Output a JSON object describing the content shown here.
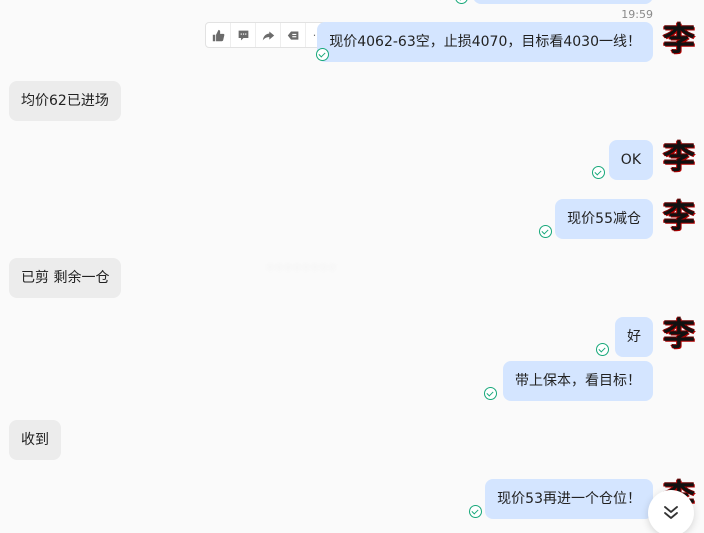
{
  "timestamp": "19:59",
  "avatar_char": "李",
  "toolbar": {
    "icons": [
      "thumbs-up-icon",
      "comment-icon",
      "forward-icon",
      "quote-icon",
      "more-icon"
    ],
    "more_label": "···"
  },
  "messages": [
    {
      "side": "out",
      "text": "现价4062-63空，止损4070，目标看4030一线！"
    },
    {
      "side": "in",
      "text": "均价62已进场"
    },
    {
      "side": "out",
      "text": "OK"
    },
    {
      "side": "out",
      "text": "现价55减仓"
    },
    {
      "side": "in",
      "text": "已剪 剩余一仓"
    },
    {
      "side": "out",
      "text": "好"
    },
    {
      "side": "out",
      "text": "带上保本，看目标！"
    },
    {
      "side": "in",
      "text": "收到"
    },
    {
      "side": "out",
      "text": "现价53再进一个仓位！"
    }
  ],
  "blurred_text": "· · · · · · · ·",
  "scroll_icon": "chevron-double-down-icon",
  "colors": {
    "out_bubble": "#d4e5ff",
    "in_bubble": "#ececec",
    "check": "#17a87a",
    "background": "#fafafa"
  }
}
